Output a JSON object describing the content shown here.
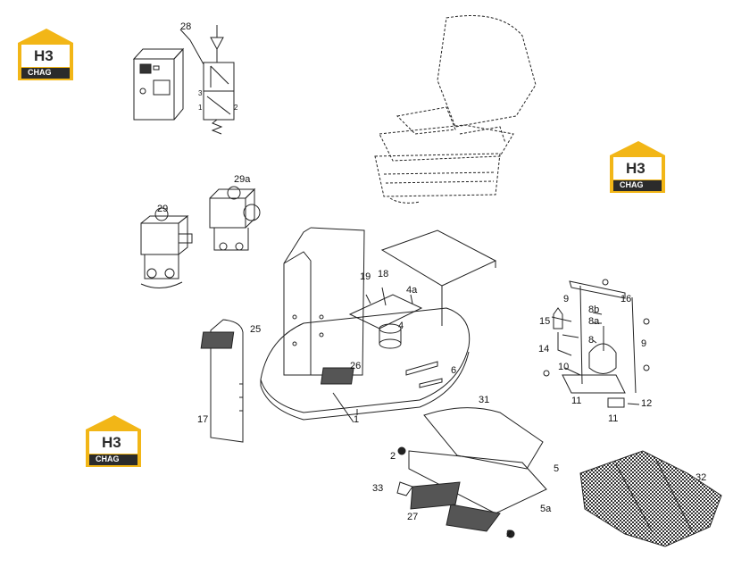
{
  "logo": {
    "brand_top": "H3",
    "brand_bottom": "CHAG",
    "colors": {
      "roof": "#f2b617",
      "dark": "#2b2b2b",
      "white": "#ffffff"
    }
  },
  "parts": {
    "p1": "1",
    "p2a": "2",
    "p2b": "2",
    "p4": "4",
    "p4a": "4a",
    "p5": "5",
    "p5a": "5a",
    "p6": "6",
    "p8": "8",
    "p8a": "8a",
    "p8b": "8b",
    "p9a": "9",
    "p9b": "9",
    "p10": "10",
    "p11a": "11",
    "p11b": "11",
    "p12": "12",
    "p14": "14",
    "p15": "15",
    "p16": "16",
    "p17": "17",
    "p18": "18",
    "p19": "19",
    "p25": "25",
    "p26": "26",
    "p27": "27",
    "p28": "28",
    "p29": "29",
    "p29a": "29a",
    "p31": "31",
    "p32": "32",
    "p33": "33"
  },
  "valve_ports": {
    "port1": "1",
    "port2": "2",
    "port3": "3"
  },
  "line_color": "#222222",
  "pad_color": "#555555"
}
